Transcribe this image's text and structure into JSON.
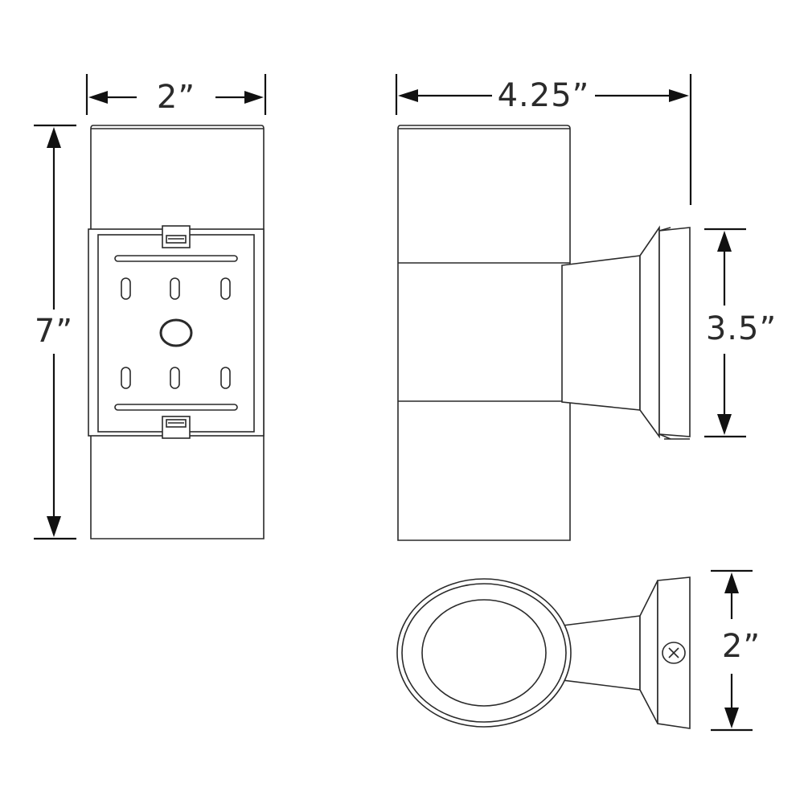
{
  "dimensions": {
    "front_width": "2”",
    "front_height": "7”",
    "side_depth": "4.25”",
    "mount_height": "3.5”",
    "top_width": "2”"
  },
  "colors": {
    "line": "#2a2a2a",
    "background": "#ffffff"
  }
}
